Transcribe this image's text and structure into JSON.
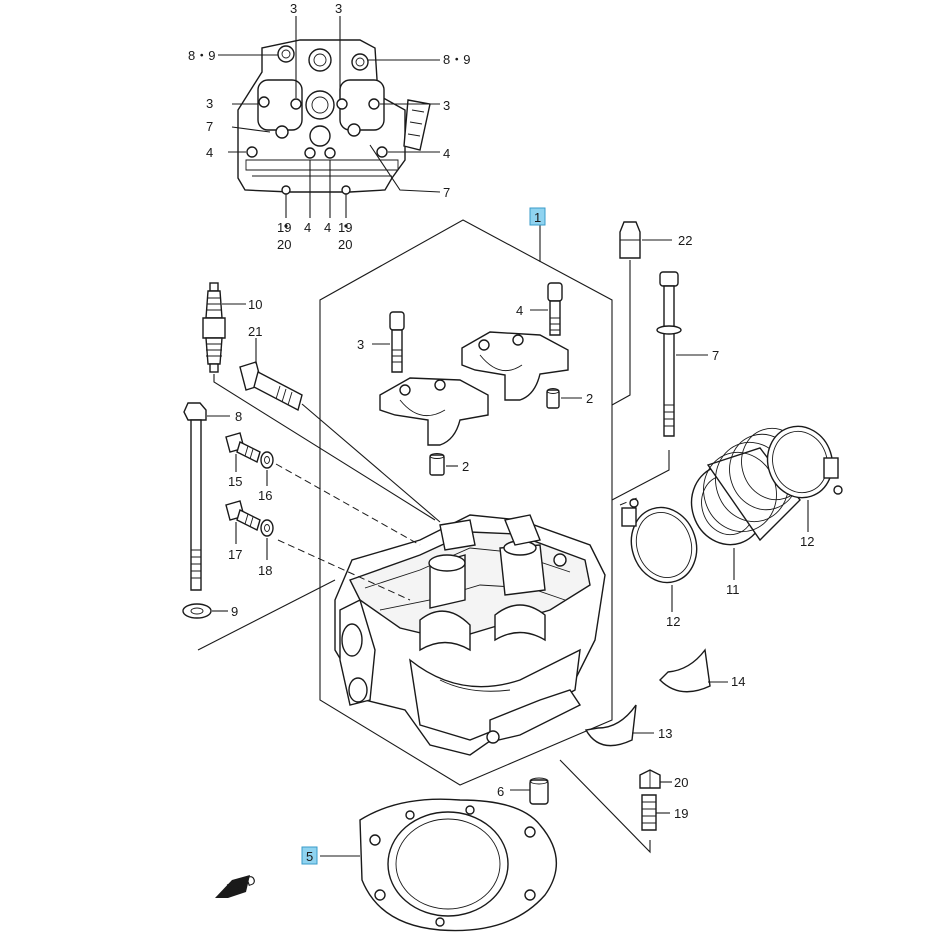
{
  "highlight_color": "#8fd3f0",
  "callouts": {
    "c1": "1",
    "c2a": "2",
    "c2b": "2",
    "c3a": "3",
    "c3b": "3",
    "c3c": "3",
    "c3d": "3",
    "c3e": "3",
    "c4a": "4",
    "c4b": "4",
    "c4c": "4",
    "c4d": "4",
    "c4e": "4",
    "c5": "5",
    "c6": "6",
    "c7a": "7",
    "c7b": "7",
    "c7c": "7",
    "c8": "8",
    "c89a": "8・9",
    "c89b": "8・9",
    "c9": "9",
    "c10": "10",
    "c11": "11",
    "c12a": "12",
    "c12b": "12",
    "c13": "13",
    "c14": "14",
    "c15": "15",
    "c16": "16",
    "c17": "17",
    "c18": "18",
    "c1920a": "19",
    "c1920a2": "20",
    "c1920b": "19",
    "c1920b2": "20",
    "c19": "19",
    "c20": "20",
    "c21": "21",
    "c22": "22"
  },
  "fwd_label": "FWD"
}
